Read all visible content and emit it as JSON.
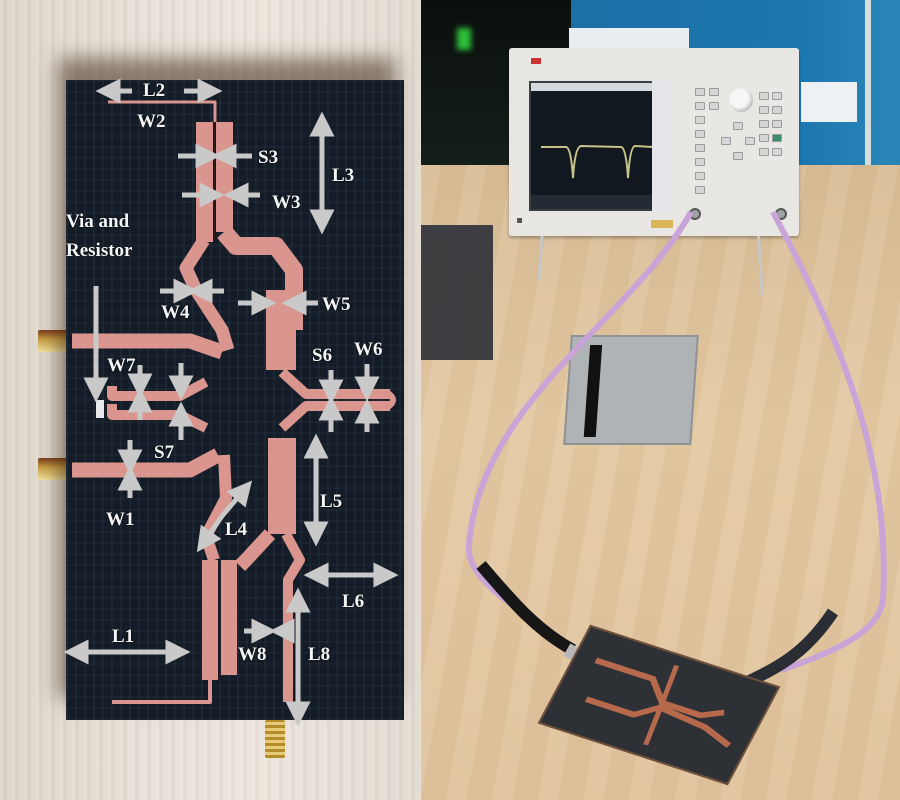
{
  "figure": {
    "left_panel": {
      "description": "Fabricated microstrip device (top view) with dimension annotations",
      "annotations": {
        "L1": "L1",
        "L2": "L2",
        "L3": "L3",
        "L4": "L4",
        "L5": "L5",
        "L6": "L6",
        "L8": "L8",
        "W1": "W1",
        "W2": "W2",
        "W3": "W3",
        "W4": "W4",
        "W5": "W5",
        "W6": "W6",
        "W7": "W7",
        "W8": "W8",
        "S3": "S3",
        "S6": "S6",
        "S7": "S7",
        "via_line1": "Via and",
        "via_line2": "Resistor"
      },
      "colors": {
        "substrate": "#141c27",
        "copper_trace": "#d9958e",
        "arrow": "#c9c9c9",
        "label": "#f4f4f4",
        "connector": "#c9a347"
      }
    },
    "right_panel": {
      "description": "Measurement setup: vector network analyzer connected by two coaxial cables to the fabricated board",
      "colors": {
        "cable": "#c9a4d6",
        "desk": "#e0c39c",
        "wall": "#1d78b0",
        "analyzer_body": "#e9e7e4",
        "trace": "#c8c38a"
      }
    }
  }
}
